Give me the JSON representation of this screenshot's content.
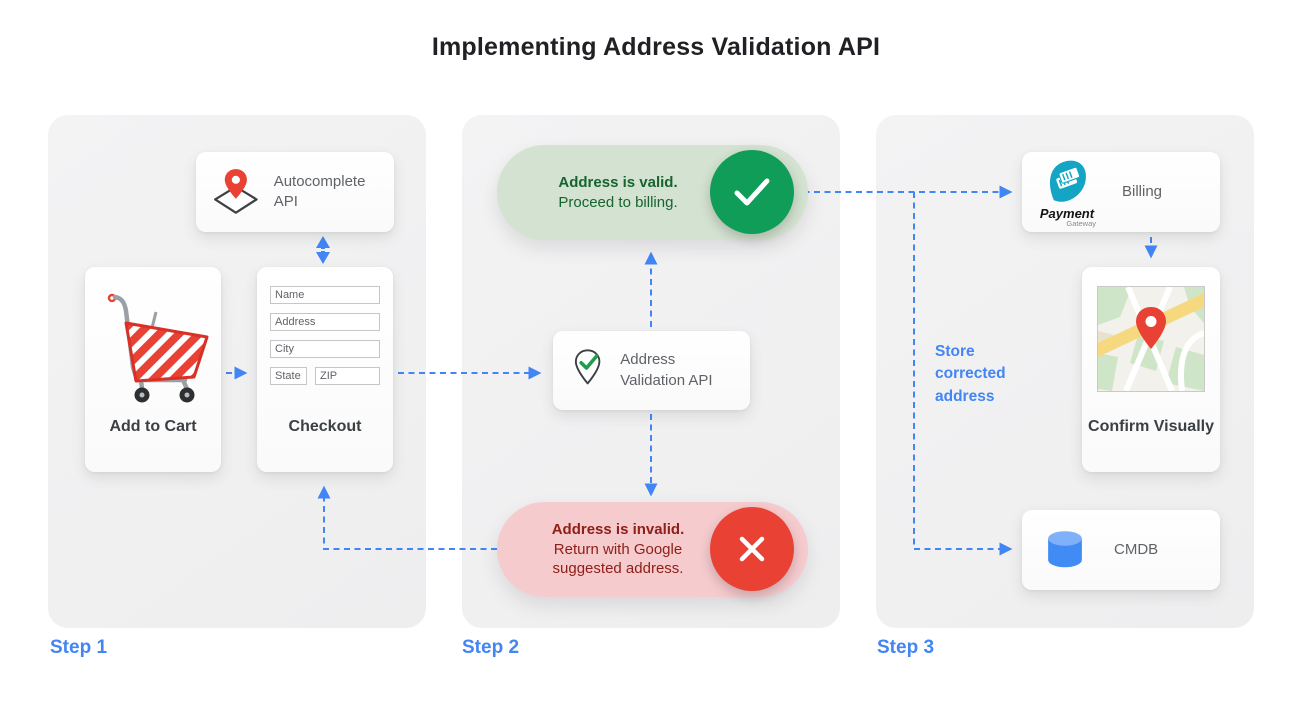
{
  "title": "Implementing Address Validation API",
  "colors": {
    "accent_blue": "#4285F4",
    "success_green": "#0F9D58",
    "error_red": "#EA4335",
    "valid_pill_bg": "#D3E2D1",
    "invalid_pill_bg": "#F6CBCE",
    "payment_teal": "#14A5C4"
  },
  "icons": {
    "autocomplete": "map-pin-diamond-icon",
    "cart": "shopping-cart-icon",
    "validation": "pin-check-icon",
    "valid": "check-icon",
    "invalid": "x-icon",
    "billing": "payment-gateway-logo",
    "confirm": "map-thumbnail",
    "cmdb": "database-cylinder-icon"
  },
  "step1": {
    "label": "Step 1",
    "autocomplete_card": {
      "label": "Autocomplete API"
    },
    "cart_card": {
      "label": "Add to Cart"
    },
    "checkout_card": {
      "label": "Checkout",
      "fields": [
        "Name",
        "Address",
        "City",
        "State",
        "ZIP"
      ]
    }
  },
  "step2": {
    "label": "Step 2",
    "valid_pill": {
      "title": "Address is valid.",
      "subtitle": "Proceed to billing."
    },
    "validation_card": {
      "label": "Address Validation API"
    },
    "invalid_pill": {
      "title": "Address is invalid.",
      "subtitle": "Return with Google suggested address."
    }
  },
  "step3": {
    "label": "Step 3",
    "billing_card": {
      "label": "Billing",
      "logo_title": "Payment",
      "logo_subtitle": "Gateway"
    },
    "confirm_card": {
      "label": "Confirm Visually"
    },
    "cmdb_card": {
      "label": "CMDB"
    },
    "annotation": "Store corrected address"
  }
}
